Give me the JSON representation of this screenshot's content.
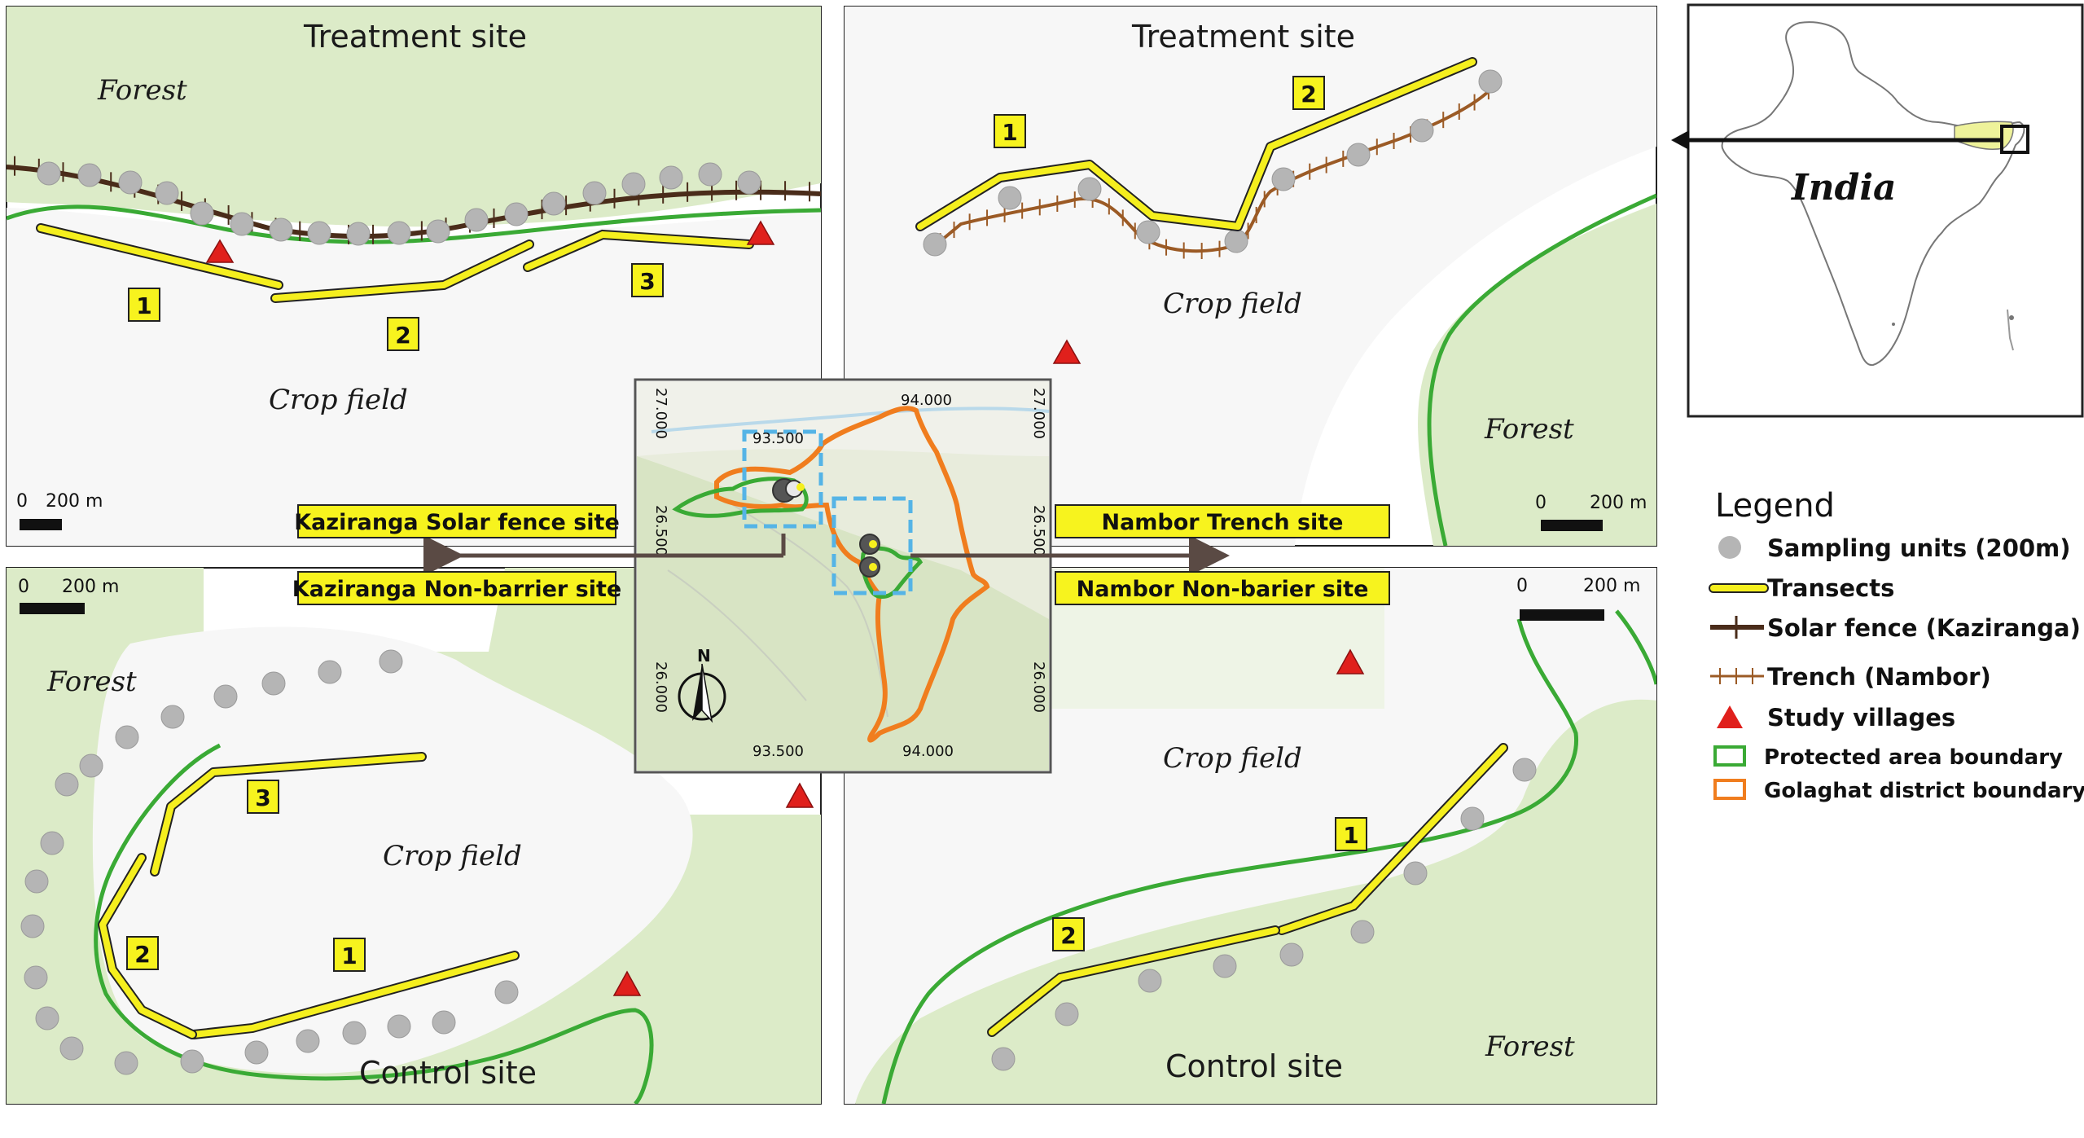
{
  "panels": {
    "kaziranga_treatment": {
      "title": "Treatment site",
      "forest_label": "Forest",
      "crop_label": "Crop field",
      "scale_left": "0",
      "scale_right": "200 m",
      "transects": [
        "1",
        "2",
        "3"
      ]
    },
    "nambor_treatment": {
      "title": "Treatment site",
      "crop_label": "Crop field",
      "forest_label": "Forest",
      "scale_left": "0",
      "scale_right": "200 m",
      "transects": [
        "1",
        "2"
      ]
    },
    "kaziranga_control": {
      "title": "Control site",
      "forest_label": "Forest",
      "crop_label": "Crop field",
      "scale_left": "0",
      "scale_right": "200 m",
      "transects": [
        "1",
        "2",
        "3"
      ]
    },
    "nambor_control": {
      "title": "Control site",
      "crop_label": "Crop field",
      "forest_label": "Forest",
      "scale_left": "0",
      "scale_right": "200 m",
      "transects": [
        "1",
        "2"
      ]
    }
  },
  "site_labels": {
    "kaziranga_solar": "Kaziranga Solar fence site",
    "nambor_trench": "Nambor Trench site",
    "kaziranga_nonbarrier": "Kaziranga Non-barrier site",
    "nambor_nonbarrier": "Nambor Non-barier site"
  },
  "center_map": {
    "lon_ticks": [
      "93.500",
      "94.000"
    ],
    "lat_ticks": [
      "27.000",
      "26.500",
      "26.000"
    ],
    "north_label": "N"
  },
  "inset": {
    "country": "India"
  },
  "legend": {
    "title": "Legend",
    "items": [
      {
        "symbol": "sampling-unit",
        "label": "Sampling units (200m)"
      },
      {
        "symbol": "transect",
        "label": "Transects"
      },
      {
        "symbol": "solar-fence",
        "label": "Solar fence (Kaziranga)"
      },
      {
        "symbol": "trench",
        "label": "Trench (Nambor)"
      },
      {
        "symbol": "village",
        "label": "Study villages"
      },
      {
        "symbol": "protected-area",
        "label": "Protected area boundary"
      },
      {
        "symbol": "district",
        "label": "Golaghat district boundary"
      }
    ]
  },
  "colors": {
    "transect": "#f5ef1e",
    "protected_area": "#3aaa35",
    "district": "#f07d1e",
    "solar_fence": "#4a2c1a",
    "trench": "#9b5a25",
    "village": "#e0201c",
    "sampling_unit": "#b5b5b5",
    "label_box": "#f7f31e"
  }
}
